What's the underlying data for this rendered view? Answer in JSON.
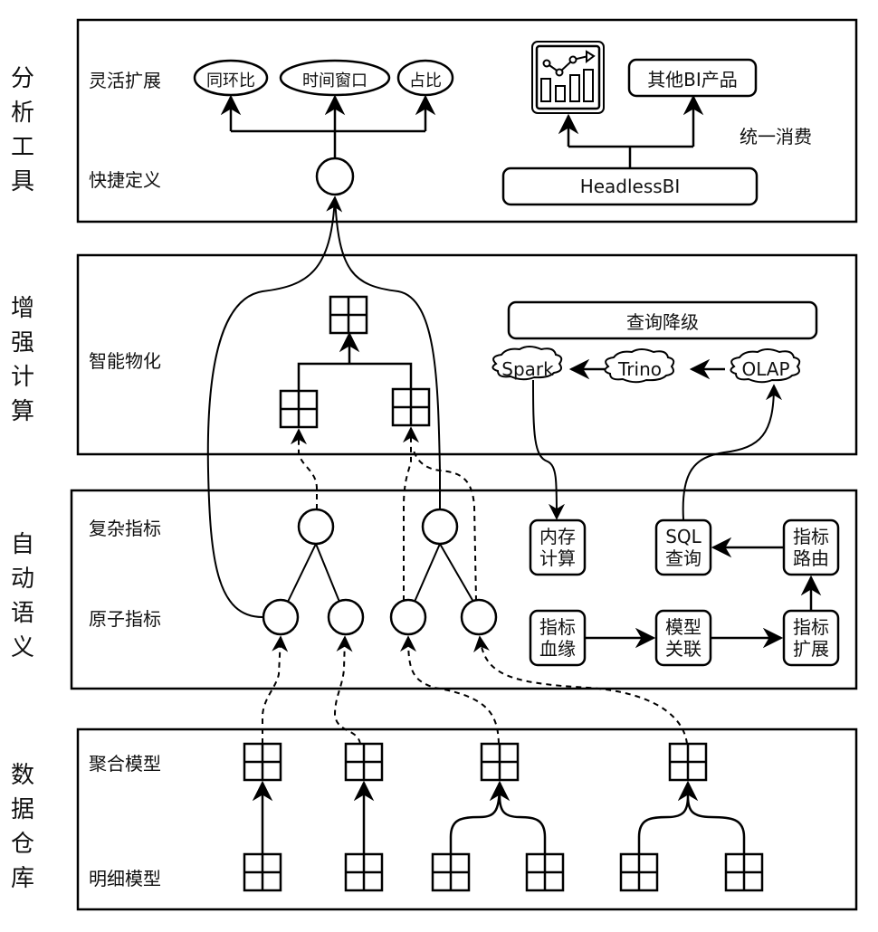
{
  "layers": [
    {
      "title": "分析工具",
      "rows": [
        "灵活扩展",
        "快捷定义"
      ],
      "extensions": [
        "同环比",
        "时间窗口",
        "占比"
      ],
      "consumption": {
        "label": "统一消费",
        "headless": "HeadlessBI",
        "other_bi": "其他BI产品",
        "dashboard_icon": "dashboard-chart-icon"
      }
    },
    {
      "title": "增强计算",
      "rows": [
        "智能物化"
      ],
      "query_downgrade": {
        "label": "查询降级",
        "engines": [
          "Spark",
          "Trino",
          "OLAP"
        ]
      }
    },
    {
      "title": "自动语义",
      "rows": [
        "复杂指标",
        "原子指标"
      ],
      "boxes": {
        "memory_compute": "内存\n计算",
        "sql_query": "SQL\n查询",
        "metric_routing": "指标\n路由",
        "metric_lineage": "指标\n血缘",
        "model_association": "模型\n关联",
        "metric_extension": "指标\n扩展"
      }
    },
    {
      "title": "数据仓库",
      "rows": [
        "聚合模型",
        "明细模型"
      ]
    }
  ]
}
